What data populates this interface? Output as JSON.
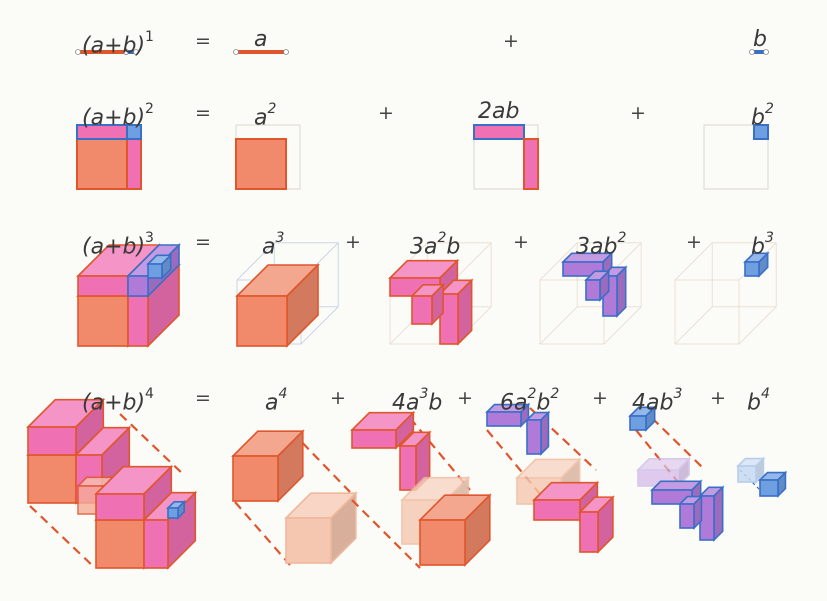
{
  "rows": [
    {
      "lhs": {
        "base": "(a+b)",
        "exp": "1"
      },
      "terms": [
        {
          "parts": [
            {
              "t": "a"
            }
          ]
        },
        {
          "parts": [
            {
              "t": "b"
            }
          ]
        }
      ],
      "operators": [
        "=",
        "+"
      ]
    },
    {
      "lhs": {
        "base": "(a+b)",
        "exp": "2"
      },
      "terms": [
        {
          "parts": [
            {
              "t": "a",
              "sup": "2"
            }
          ]
        },
        {
          "parts": [
            {
              "t": "2ab"
            }
          ]
        },
        {
          "parts": [
            {
              "t": "b",
              "sup": "2"
            }
          ]
        }
      ],
      "operators": [
        "=",
        "+",
        "+"
      ]
    },
    {
      "lhs": {
        "base": "(a+b)",
        "exp": "3"
      },
      "terms": [
        {
          "parts": [
            {
              "t": "a",
              "sup": "3"
            }
          ]
        },
        {
          "parts": [
            {
              "t": "3a",
              "sup": "2"
            },
            {
              "t": "b"
            }
          ]
        },
        {
          "parts": [
            {
              "t": "3ab",
              "sup": "2"
            }
          ]
        },
        {
          "parts": [
            {
              "t": "b",
              "sup": "3"
            }
          ]
        }
      ],
      "operators": [
        "=",
        "+",
        "+",
        "+"
      ]
    },
    {
      "lhs": {
        "base": "(a+b)",
        "exp": "4"
      },
      "terms": [
        {
          "parts": [
            {
              "t": "a",
              "sup": "4"
            }
          ]
        },
        {
          "parts": [
            {
              "t": "4a",
              "sup": "3"
            },
            {
              "t": "b"
            }
          ]
        },
        {
          "parts": [
            {
              "t": "6a",
              "sup": "2"
            },
            {
              "t": "b",
              "sup": "2"
            }
          ]
        },
        {
          "parts": [
            {
              "t": "4ab",
              "sup": "3"
            }
          ]
        },
        {
          "parts": [
            {
              "t": "b",
              "sup": "4"
            }
          ]
        }
      ],
      "operators": [
        "=",
        "+",
        "+",
        "+",
        "+"
      ]
    }
  ],
  "colors": {
    "a_fill": "#f08a6a",
    "a_stroke": "#e0562c",
    "ab_fill": "#f070b4",
    "ab_stroke": "#d64a8c",
    "ab2_fill": "#b07ad8",
    "b_fill": "#6e9fe0",
    "b_stroke": "#3a6fc8",
    "ghost_fill": "#f6c7b0"
  }
}
